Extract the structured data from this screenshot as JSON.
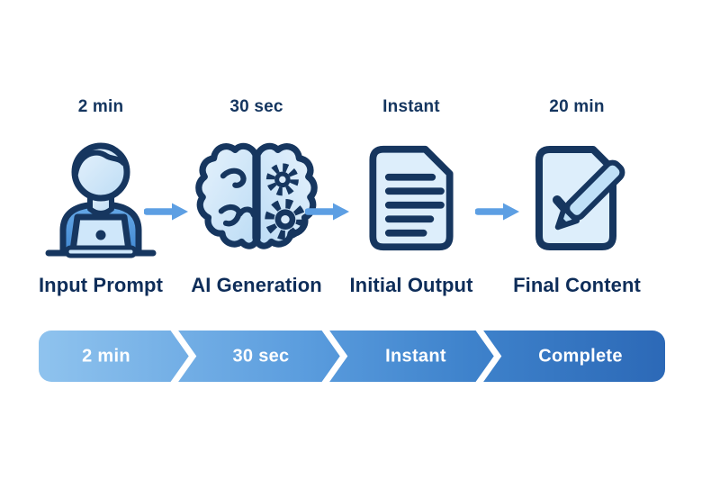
{
  "stages": [
    {
      "time": "2 min",
      "label": "Input Prompt",
      "icon": "person-laptop-icon"
    },
    {
      "time": "30 sec",
      "label": "AI Generation",
      "icon": "brain-gears-icon"
    },
    {
      "time": "Instant",
      "label": "Initial Output",
      "icon": "document-lines-icon"
    },
    {
      "time": "20 min",
      "label": "Final Content",
      "icon": "document-check-pencil-icon"
    }
  ],
  "timeline_bar": {
    "segments": [
      "2 min",
      "30 sec",
      "Instant",
      "Complete"
    ]
  },
  "colors": {
    "outline_navy": "#16365f",
    "text_navy": "#0e2d59",
    "icon_fill_light": "#d9ebfa",
    "shirt_blue": "#5a9fe0",
    "arrow_blue": "#5d9fe3",
    "bar_gradient_start": "#8fc3ee",
    "bar_gradient_end": "#2c69b7",
    "background": "#ffffff"
  }
}
